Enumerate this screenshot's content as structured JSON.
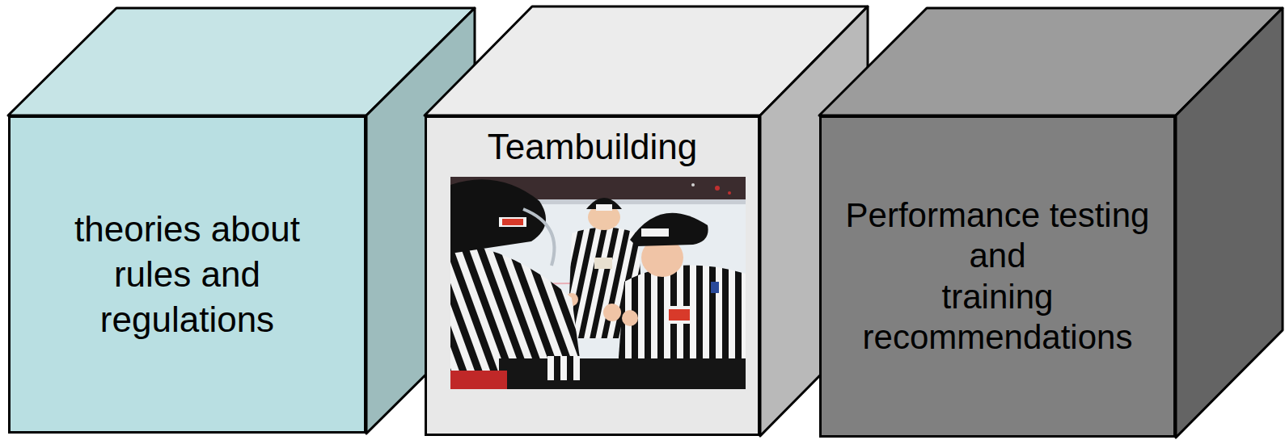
{
  "diagram": {
    "nodes": [
      {
        "text": [
          "theories about rules and regulations"
        ]
      },
      {
        "text": [
          "Teambuilding"
        ]
      },
      {
        "text": [
          "Performance testing and training recommendations"
        ]
      }
    ]
  }
}
